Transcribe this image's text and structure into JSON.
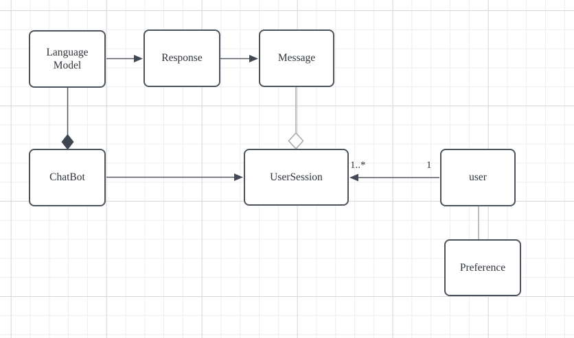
{
  "diagram": {
    "nodes": {
      "language_model": {
        "label": "Language Model"
      },
      "response": {
        "label": "Response"
      },
      "message": {
        "label": "Message"
      },
      "chatbot": {
        "label": "ChatBot"
      },
      "user_session": {
        "label": "UserSession"
      },
      "user": {
        "label": "user"
      },
      "preference": {
        "label": "Preference"
      }
    },
    "edge_labels": {
      "usersession_multiplicity": "1..*",
      "user_multiplicity": "1"
    },
    "edges": [
      {
        "source": "Language Model",
        "target": "Response",
        "style": "solid-line-filled-arrow"
      },
      {
        "source": "Response",
        "target": "Message",
        "style": "solid-line-filled-arrow"
      },
      {
        "source": "Language Model",
        "target": "ChatBot",
        "style": "composition-filled-diamond-at-chatbot"
      },
      {
        "source": "Message",
        "target": "UserSession",
        "style": "aggregation-hollow-diamond-at-usersession"
      },
      {
        "source": "ChatBot",
        "target": "UserSession",
        "style": "solid-line-filled-arrow"
      },
      {
        "source": "user",
        "target": "UserSession",
        "style": "solid-line-filled-arrow",
        "source_multiplicity": "1",
        "target_multiplicity": "1..*"
      },
      {
        "source": "user",
        "target": "Preference",
        "style": "plain-line"
      }
    ],
    "colors": {
      "node_fill": "#ffffff",
      "node_border": "#4a525c",
      "dark_connector": "#535a63",
      "arrowhead_fill": "#414a55",
      "light_connector": "#a4a8ac",
      "grid_minor": "#ededee",
      "grid_major": "#d6d7d9",
      "text": "#2f343a"
    }
  }
}
